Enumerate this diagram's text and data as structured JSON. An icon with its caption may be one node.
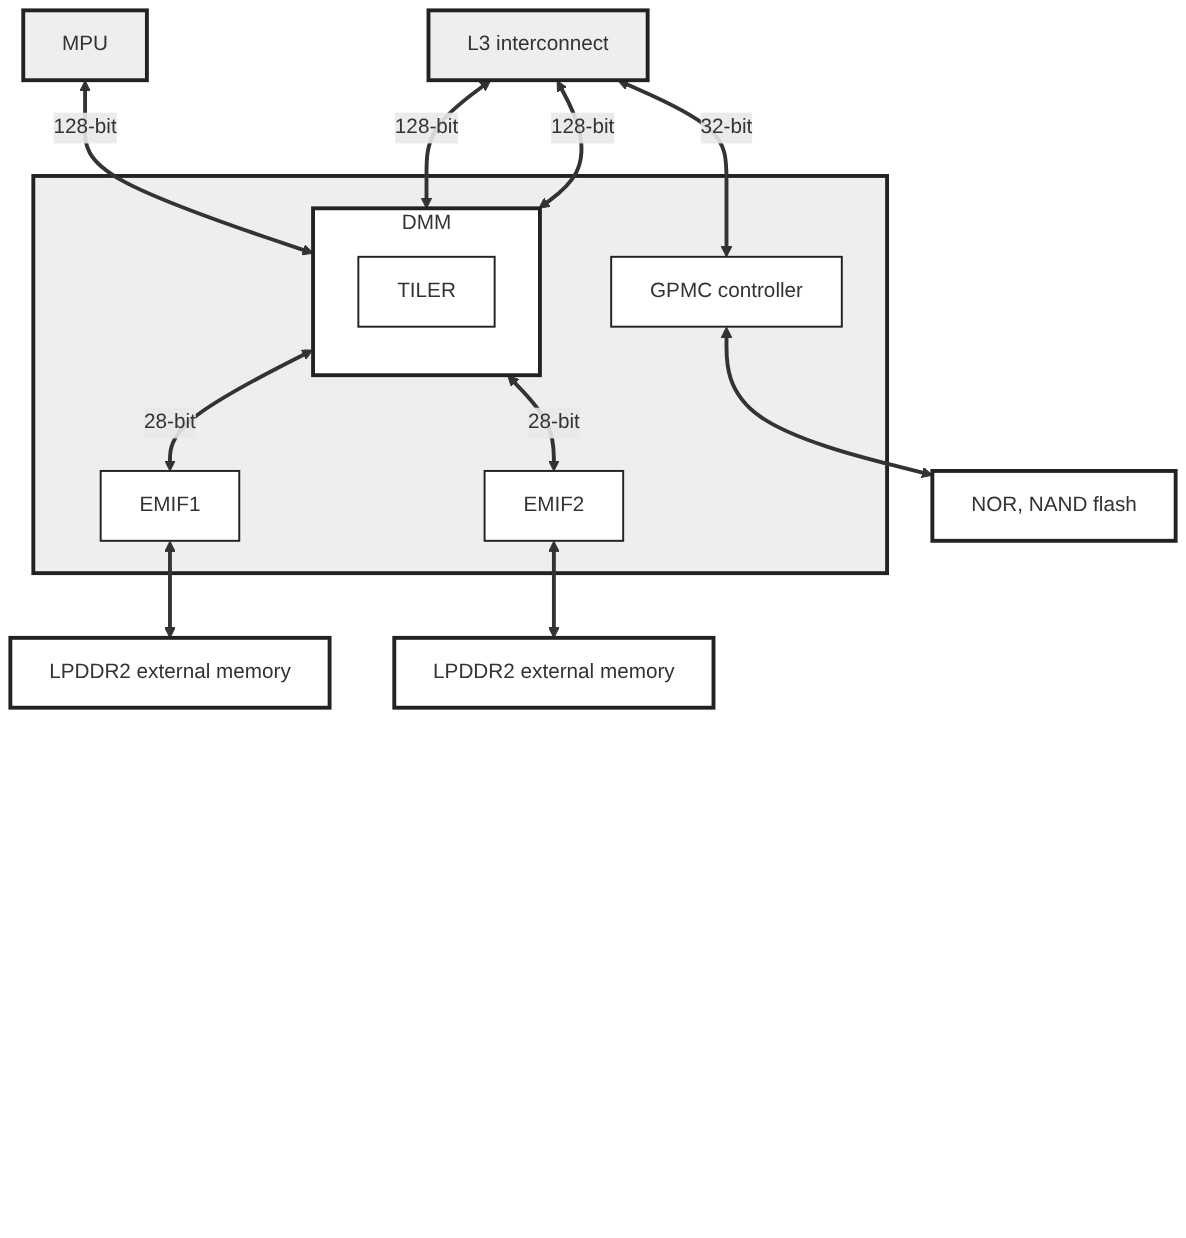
{
  "diagram": {
    "nodes": [
      {
        "text": [
          "MPU"
        ]
      },
      {
        "text": [
          "L3 interconnect"
        ]
      },
      {
        "text": [],
        "shape": "box"
      },
      {
        "text": [
          "DMM"
        ],
        "in": 2
      },
      {
        "text": [
          "TILER"
        ],
        "in": 3
      },
      {
        "text": [
          "EMIF1"
        ],
        "in": 2
      },
      {
        "text": [
          "EMIF2"
        ],
        "in": 2
      },
      {
        "text": [
          "GPMC controller"
        ],
        "in": 2
      },
      {
        "text": [
          "LPDDR2 external memory"
        ]
      },
      {
        "text": [
          "LPDDR2 external memory"
        ]
      },
      {
        "text": [
          "NOR, NAND flash"
        ]
      }
    ],
    "edges": [
      {
        "from": 0,
        "to": 3,
        "arrow": "both",
        "label": "128-bit"
      },
      {
        "from": 1,
        "to": 3,
        "arrow": "both",
        "label": "128-bit"
      },
      {
        "from": 1,
        "to": 3,
        "arrow": "both",
        "label": "128-bit"
      },
      {
        "from": 1,
        "to": 7,
        "arrow": "both",
        "label": "32-bit"
      },
      {
        "from": 3,
        "to": 5,
        "arrow": "both",
        "label": "28-bit"
      },
      {
        "from": 3,
        "to": 6,
        "arrow": "both",
        "label": "28-bit"
      },
      {
        "from": 5,
        "to": 8,
        "arrow": "both"
      },
      {
        "from": 6,
        "to": 9,
        "arrow": "both"
      },
      {
        "from": 7,
        "to": 10,
        "arrow": "both"
      }
    ]
  }
}
